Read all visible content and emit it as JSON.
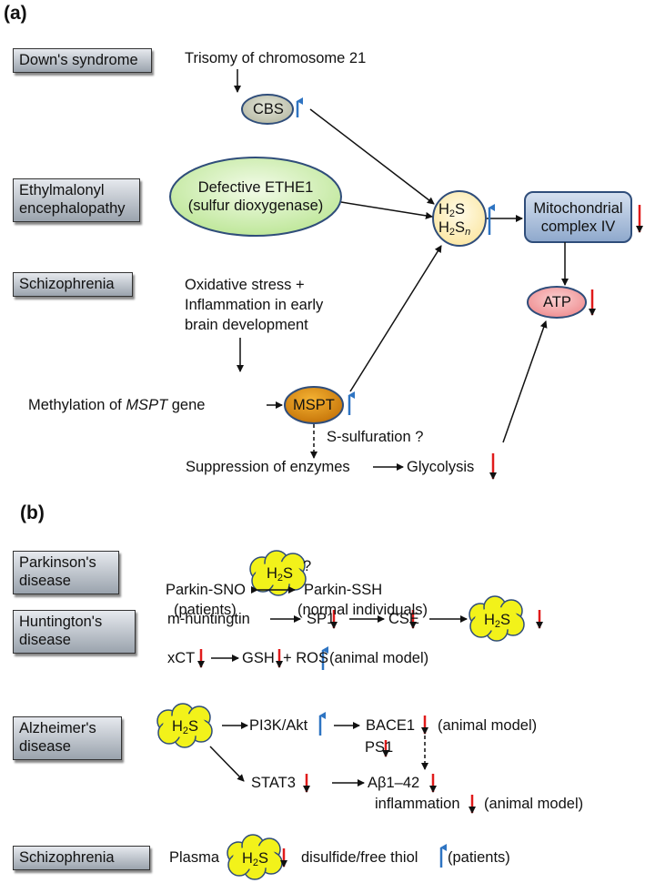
{
  "panel_a": {
    "label": "(a)",
    "diseases": {
      "down": "Down's syndrome",
      "ethyl_1": "Ethylmalonyl",
      "ethyl_2": "encephalopathy",
      "schizo": "Schizophrenia"
    },
    "trisomy": "Trisomy of chromosome 21",
    "cbs": "CBS",
    "ethe1_1": "Defective ETHE1",
    "ethe1_2": "(sulfur dioxygenase)",
    "h2s_h": "H",
    "h2s_s": "S",
    "h2sn_sub": "n",
    "mito_1": "Mitochondrial",
    "mito_2": "complex IV",
    "oxid_1": "Oxidative stress +",
    "oxid_2": "Inflammation in early",
    "oxid_3": "brain development",
    "methyl_pre": "Methylation of ",
    "methyl_gene": "MSPT",
    "methyl_post": " gene",
    "mspt": "MSPT",
    "atp": "ATP",
    "s_sulf": "S-sulfuration ?",
    "suppression": "Suppression of enzymes",
    "glycolysis": "Glycolysis"
  },
  "panel_b": {
    "label": "(b)",
    "diseases": {
      "park_1": "Parkinson's",
      "park_2": "disease",
      "hunt_1": "Huntington's",
      "hunt_2": "disease",
      "alz_1": "Alzheimer's",
      "alz_2": "disease",
      "schizo": "Schizophrenia"
    },
    "h2s_sub": "2",
    "question": "?",
    "parkin_sno": "Parkin-SNO",
    "patients": "(patients)",
    "parkin_ssh": "Parkin-SSH",
    "normal": "(normal individuals)",
    "mhunt": "m-huntingtin",
    "sp1": "SP1",
    "cse": "CSE",
    "xct": "xCT",
    "gsh": "GSH",
    "ros": "+ ROS",
    "animal_model": "(animal model)",
    "pi3k": "PI3K/Akt",
    "bace1": "BACE1",
    "ps1": "PS1",
    "stat3": "STAT3",
    "abeta": "Aβ1–42",
    "inflammation": "inflammation",
    "plasma": "Plasma",
    "disulfide": "disulfide/free thiol",
    "patients2": "(patients)"
  },
  "colors": {
    "up_arrow": "#2e74c2",
    "down_arrow": "#e01b1b",
    "h2s_cloud": "#f2f21a",
    "h2s_node": "#fff5c8",
    "cbs_node": "#c9cbb9",
    "ethe1_node": "#cdefb0",
    "mspt_node": "#d98c12",
    "atp_node": "#f6a7a9",
    "mito_node": "#a9bdd8"
  }
}
